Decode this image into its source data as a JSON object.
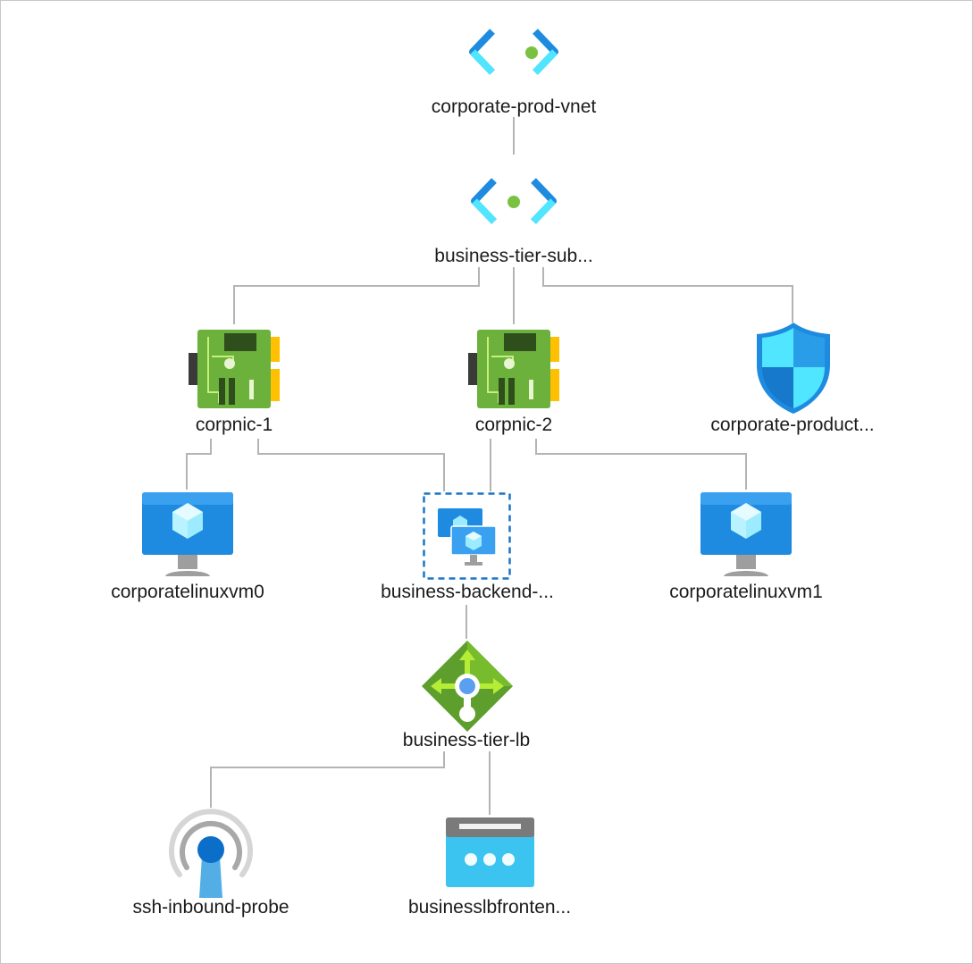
{
  "diagram": {
    "nodes": [
      {
        "id": "vnet",
        "label": "corporate-prod-vnet",
        "icon": "virtual-network-icon"
      },
      {
        "id": "subnet",
        "label": "business-tier-sub...",
        "icon": "subnet-icon"
      },
      {
        "id": "nic1",
        "label": "corpnic-1",
        "icon": "network-interface-icon"
      },
      {
        "id": "nic2",
        "label": "corpnic-2",
        "icon": "network-interface-icon"
      },
      {
        "id": "nsg",
        "label": "corporate-product...",
        "icon": "network-security-group-icon"
      },
      {
        "id": "vm0",
        "label": "corporatelinuxvm0",
        "icon": "virtual-machine-icon"
      },
      {
        "id": "pool",
        "label": "business-backend-...",
        "icon": "backend-pool-icon",
        "selected": true
      },
      {
        "id": "vm1",
        "label": "corporatelinuxvm1",
        "icon": "virtual-machine-icon"
      },
      {
        "id": "lb",
        "label": "business-tier-lb",
        "icon": "load-balancer-icon"
      },
      {
        "id": "probe",
        "label": "ssh-inbound-probe",
        "icon": "health-probe-icon"
      },
      {
        "id": "frontend",
        "label": "businesslbfronten...",
        "icon": "frontend-ip-icon"
      }
    ],
    "edges": [
      [
        "vnet",
        "subnet"
      ],
      [
        "subnet",
        "nic1"
      ],
      [
        "subnet",
        "nic2"
      ],
      [
        "subnet",
        "nsg"
      ],
      [
        "nic1",
        "vm0"
      ],
      [
        "nic1",
        "pool"
      ],
      [
        "nic2",
        "pool"
      ],
      [
        "nic2",
        "vm1"
      ],
      [
        "pool",
        "lb"
      ],
      [
        "lb",
        "probe"
      ],
      [
        "lb",
        "frontend"
      ]
    ],
    "colors": {
      "edge": "#b4b4b4",
      "selection": "#1a75c8",
      "azure_blue": "#1e8be0",
      "azure_cyan": "#50e6ff",
      "green_dot": "#7ac142",
      "nic_green": "#6bb13c",
      "gold": "#ffc000"
    }
  }
}
